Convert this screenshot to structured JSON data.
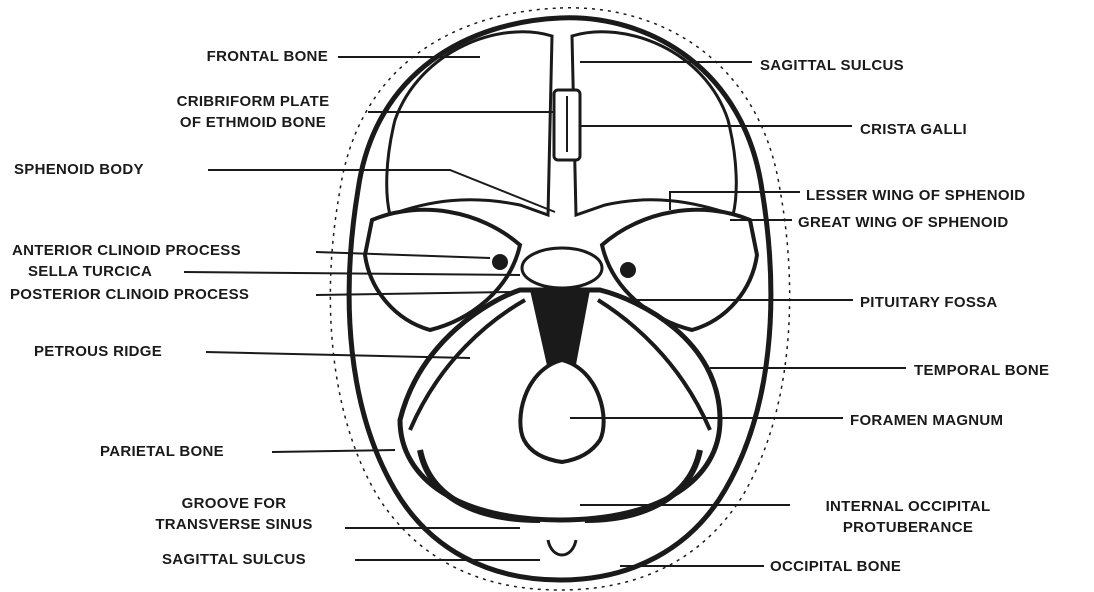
{
  "diagram": {
    "labels_left": {
      "frontal_bone": "FRONTAL BONE",
      "cribriform_line1": "CRIBRIFORM PLATE",
      "cribriform_line2": "OF ETHMOID BONE",
      "sphenoid_body": "SPHENOID BODY",
      "anterior_clinoid": "ANTERIOR CLINOID PROCESS",
      "sella_turcica": "SELLA TURCICA",
      "posterior_clinoid": "POSTERIOR CLINOID PROCESS",
      "petrous_ridge": "PETROUS RIDGE",
      "parietal_bone": "PARIETAL BONE",
      "groove_line1": "GROOVE FOR",
      "groove_line2": "TRANSVERSE SINUS",
      "sagittal_sulcus_bottom": "SAGITTAL SULCUS"
    },
    "labels_right": {
      "sagittal_sulcus_top": "SAGITTAL SULCUS",
      "crista_galli": "CRISTA GALLI",
      "lesser_wing": "LESSER WING OF SPHENOID",
      "great_wing": "GREAT WING OF SPHENOID",
      "pituitary_fossa": "PITUITARY FOSSA",
      "temporal_bone": "TEMPORAL BONE",
      "foramen_magnum": "FORAMEN MAGNUM",
      "internal_occipital_line1": "INTERNAL OCCIPITAL",
      "internal_occipital_line2": "PROTUBERANCE",
      "occipital_bone": "OCCIPITAL BONE"
    },
    "colors": {
      "ink": "#1a1a1a",
      "paper": "#ffffff"
    }
  }
}
